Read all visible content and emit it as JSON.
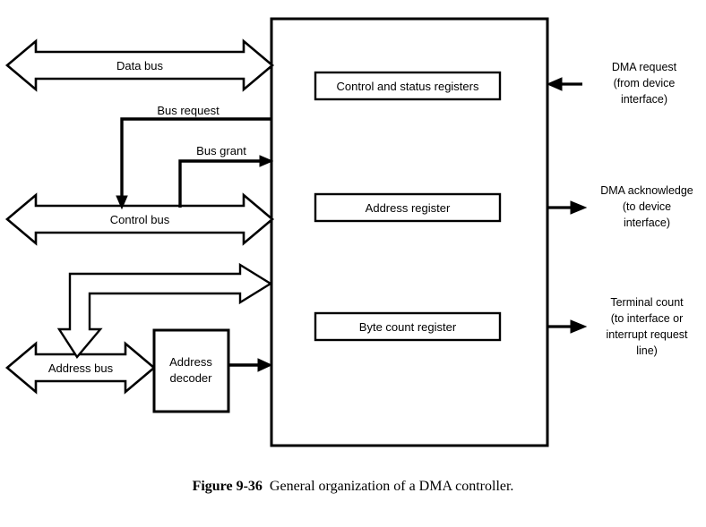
{
  "figure": {
    "number": "Figure 9-36",
    "caption": "General organization of a DMA controller."
  },
  "buses": [
    {
      "id": "data-bus",
      "label": "Data bus"
    },
    {
      "id": "control-bus",
      "label": "Control bus"
    },
    {
      "id": "address-bus",
      "label": "Address bus"
    }
  ],
  "signals": {
    "bus_request": "Bus request",
    "bus_grant": "Bus grant"
  },
  "blocks": {
    "address_decoder_line1": "Address",
    "address_decoder_line2": "decoder"
  },
  "registers": [
    {
      "id": "control-status-registers",
      "label": "Control and status registers"
    },
    {
      "id": "address-register",
      "label": "Address register"
    },
    {
      "id": "byte-count-register",
      "label": "Byte count register"
    }
  ],
  "external_signals": [
    {
      "id": "dma-request",
      "direction": "in",
      "lines": [
        "DMA request",
        "(from device",
        "interface)"
      ]
    },
    {
      "id": "dma-acknowledge",
      "direction": "out",
      "lines": [
        "DMA acknowledge",
        "(to device",
        "interface)"
      ]
    },
    {
      "id": "terminal-count",
      "direction": "out",
      "lines": [
        "Terminal count",
        "(to interface or",
        "interrupt request",
        "line)"
      ]
    }
  ],
  "colors": {
    "stroke": "#000000",
    "background": "#ffffff"
  }
}
